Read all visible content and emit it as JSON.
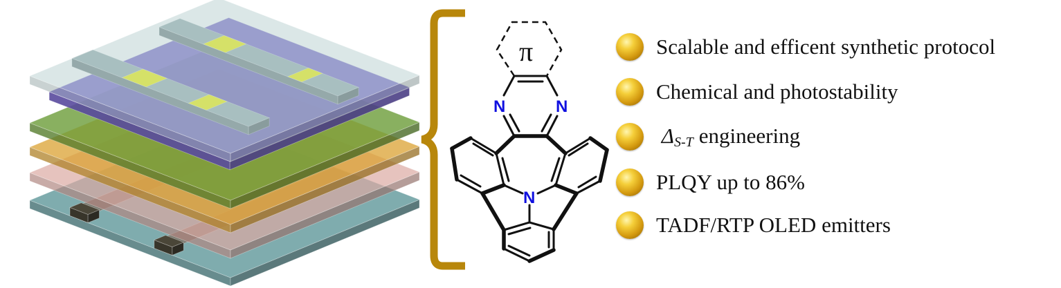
{
  "molecule": {
    "ring_label": "π",
    "nitrogen_label": "N"
  },
  "features": [
    {
      "text": "Scalable and efficent synthetic protocol"
    },
    {
      "delta_symbol": "Δ",
      "delta_subscript": "S-T",
      "text": "engineering"
    },
    {
      "text": "Chemical and photostability"
    },
    {
      "text": "PLQY up to 86%"
    },
    {
      "text": "TADF/RTP OLED emitters"
    }
  ],
  "colors": {
    "bracket": "#b8870b",
    "nitrogen": "#1010e0",
    "glass": "#b8d0d0",
    "purple": "#6f5cc4",
    "green": "#6c9c38",
    "orange": "#dba232",
    "pink": "#dcaaa2",
    "cyan": "#78a8aa",
    "pad": "#f2f200"
  }
}
